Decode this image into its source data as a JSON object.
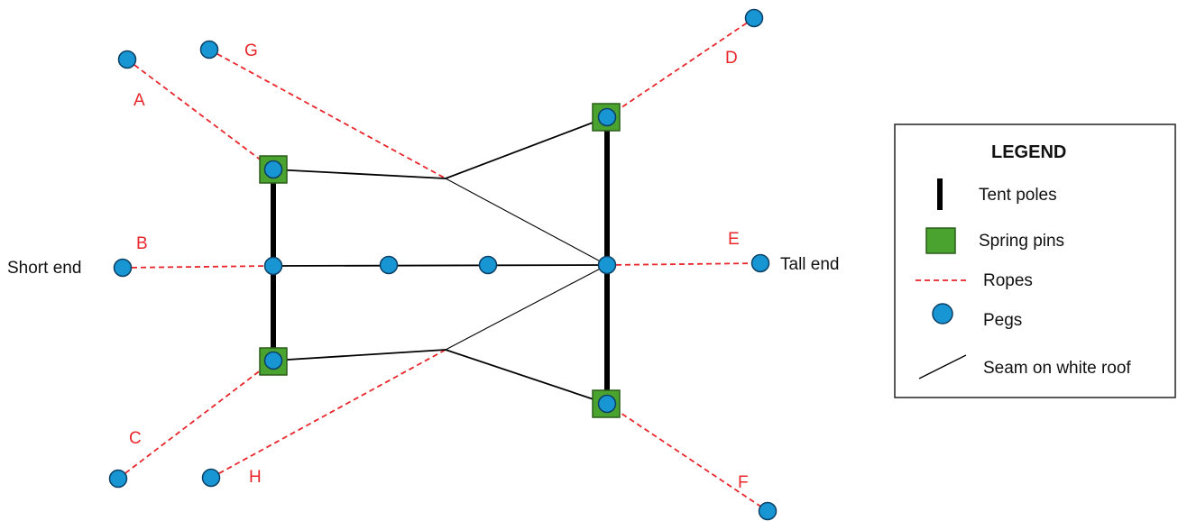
{
  "diagram": {
    "end_labels": {
      "short": "Short end",
      "tall": "Tall end"
    },
    "rope_labels": {
      "a": "A",
      "b": "B",
      "c": "C",
      "d": "D",
      "e": "E",
      "f": "F",
      "g": "G",
      "h": "H"
    },
    "colors": {
      "rope": "#e8262b",
      "peg_fill": "#1796d3",
      "peg_stroke": "#0b3f66",
      "pin_fill": "#4aa32f",
      "pin_stroke": "#2a5d1a",
      "pole": "#000000",
      "seam": "#000000"
    }
  },
  "legend": {
    "title": "LEGEND",
    "items": {
      "tent_poles": "Tent poles",
      "spring_pins": "Spring pins",
      "ropes": "Ropes",
      "pegs": "Pegs",
      "seam": "Seam on white roof"
    }
  }
}
